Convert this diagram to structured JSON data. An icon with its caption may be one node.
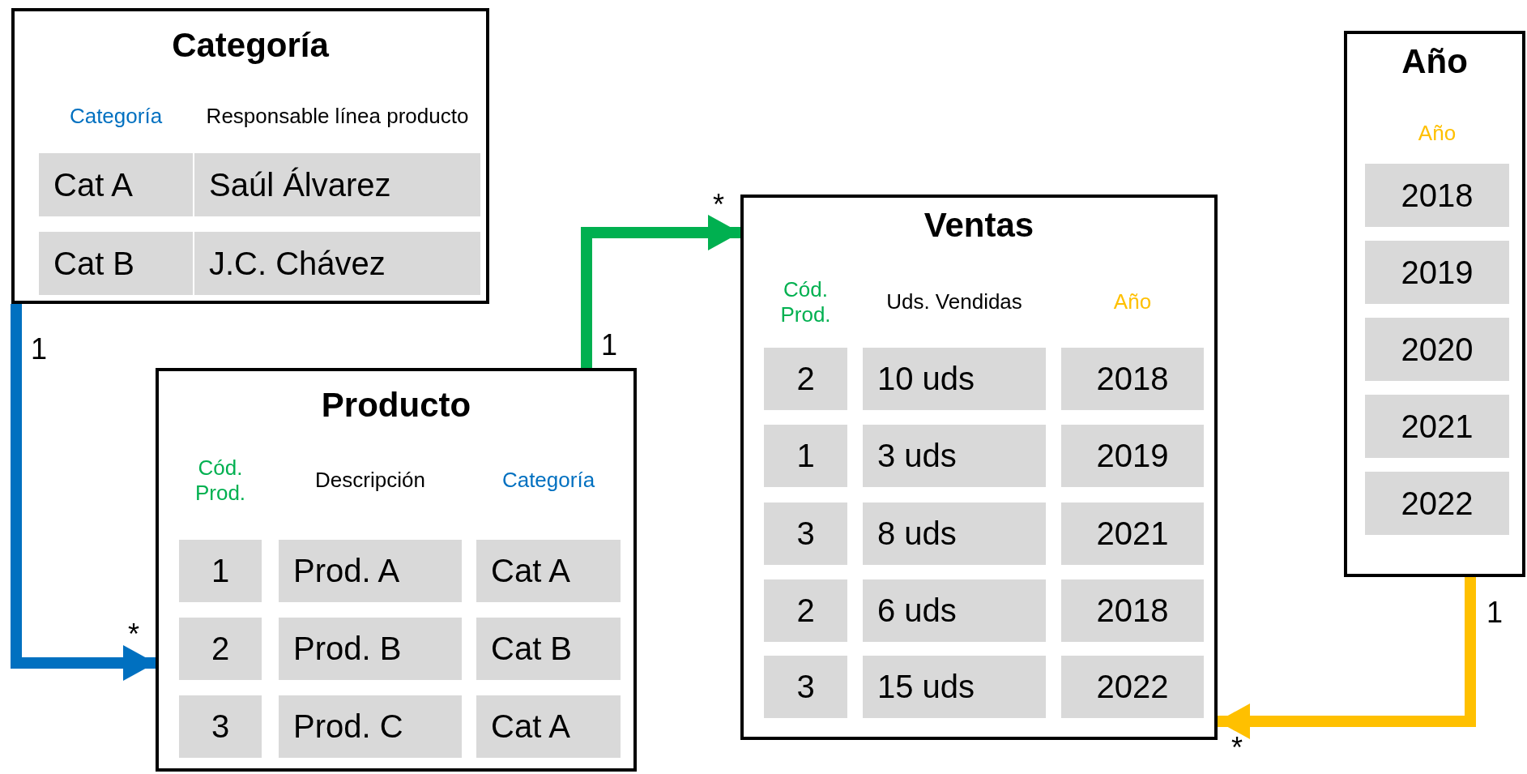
{
  "diagram": {
    "nodes": [
      {
        "text": [
          "Categoría",
          "Categoría",
          "Responsable línea producto"
        ]
      },
      {
        "text": [
          "Cat A"
        ],
        "in": 0
      },
      {
        "text": [
          "Saúl Álvarez"
        ],
        "in": 0
      },
      {
        "text": [
          "Cat B"
        ],
        "in": 0
      },
      {
        "text": [
          "J.C. Chávez"
        ],
        "in": 0
      },
      {
        "text": [
          "Producto",
          "Cód. Prod.",
          "Descripción",
          "Categoría"
        ]
      },
      {
        "text": [
          "1"
        ],
        "in": 5
      },
      {
        "text": [
          "Prod. A"
        ],
        "in": 5
      },
      {
        "text": [
          "Cat A"
        ],
        "in": 5
      },
      {
        "text": [
          "2"
        ],
        "in": 5
      },
      {
        "text": [
          "Prod. B"
        ],
        "in": 5
      },
      {
        "text": [
          "Cat B"
        ],
        "in": 5
      },
      {
        "text": [
          "3"
        ],
        "in": 5
      },
      {
        "text": [
          "Prod. C"
        ],
        "in": 5
      },
      {
        "text": [
          "Cat A"
        ],
        "in": 5
      },
      {
        "text": [
          "Ventas",
          "Cód. Prod.",
          "Uds. Vendidas",
          "Año"
        ]
      },
      {
        "text": [
          "2"
        ],
        "in": 15
      },
      {
        "text": [
          "10 uds"
        ],
        "in": 15
      },
      {
        "text": [
          "2018"
        ],
        "in": 15
      },
      {
        "text": [
          "1"
        ],
        "in": 15
      },
      {
        "text": [
          "3 uds"
        ],
        "in": 15
      },
      {
        "text": [
          "2019"
        ],
        "in": 15
      },
      {
        "text": [
          "3"
        ],
        "in": 15
      },
      {
        "text": [
          "8 uds"
        ],
        "in": 15
      },
      {
        "text": [
          "2021"
        ],
        "in": 15
      },
      {
        "text": [
          "2"
        ],
        "in": 15
      },
      {
        "text": [
          "6 uds"
        ],
        "in": 15
      },
      {
        "text": [
          "2018"
        ],
        "in": 15
      },
      {
        "text": [
          "3"
        ],
        "in": 15
      },
      {
        "text": [
          "15 uds"
        ],
        "in": 15
      },
      {
        "text": [
          "2022"
        ],
        "in": 15
      },
      {
        "text": [
          "Año",
          "Año"
        ]
      },
      {
        "text": [
          "2018"
        ],
        "in": 31
      },
      {
        "text": [
          "2019"
        ],
        "in": 31
      },
      {
        "text": [
          "2020"
        ],
        "in": 31
      },
      {
        "text": [
          "2021"
        ],
        "in": 31
      },
      {
        "text": [
          "2022"
        ],
        "in": 31
      }
    ],
    "edges": [
      {
        "from": 0,
        "to": 5,
        "arrow": "to",
        "color": "#0070c0"
      },
      {
        "from": 5,
        "to": 15,
        "arrow": "to",
        "color": "#00b050"
      },
      {
        "from": 31,
        "to": 15,
        "arrow": "to",
        "color": "#ffc000"
      }
    ],
    "labels": [
      "*",
      "1",
      "1",
      "1",
      "*",
      "*"
    ]
  }
}
